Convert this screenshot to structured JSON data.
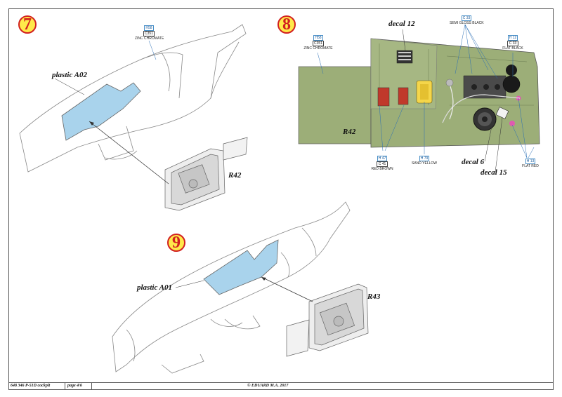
{
  "steps": {
    "s7": "7",
    "s8": "8",
    "s9": "9"
  },
  "callouts": {
    "plastic_a02": "plastic A02",
    "r42_step7": "R42",
    "r42_step8": "R42",
    "decal_12": "decal 12",
    "decal_6": "decal 6",
    "decal_15": "decal 15",
    "plastic_a01": "plastic A01",
    "r43": "R43"
  },
  "paints": {
    "zinc_step7": {
      "code1": "H58",
      "code2": "C351",
      "name": "ZINC CHROMATE"
    },
    "zinc_step8": {
      "code1": "H58",
      "code2": "C351",
      "name": "ZINC CHROMATE"
    },
    "semigloss": {
      "code1": "C 33",
      "name": "SEMI GLOSS BLACK"
    },
    "flat_black": {
      "code1": "H 12",
      "code2": "C 33",
      "name": "FLAT BLACK"
    },
    "red_brown": {
      "code1": "H 47",
      "code2": "C 41",
      "name": "RED BROWN"
    },
    "sand_yellow": {
      "code1": "H 79",
      "name": "SAND YELLOW"
    },
    "flat_red": {
      "code1": "H 13",
      "name": "FLAT RED"
    }
  },
  "footer": {
    "code": "648 346  P-51D cockpit",
    "page": "page 4/6",
    "copyright": "© EDUARD  M.A. 2017"
  },
  "colors": {
    "step_badge_fill": "#ffe94a",
    "step_badge_ring": "#d22020",
    "highlight_part": "#a9d3ec",
    "cockpit_green": "#9cae78",
    "leader_blue": "#2a6fb5"
  }
}
